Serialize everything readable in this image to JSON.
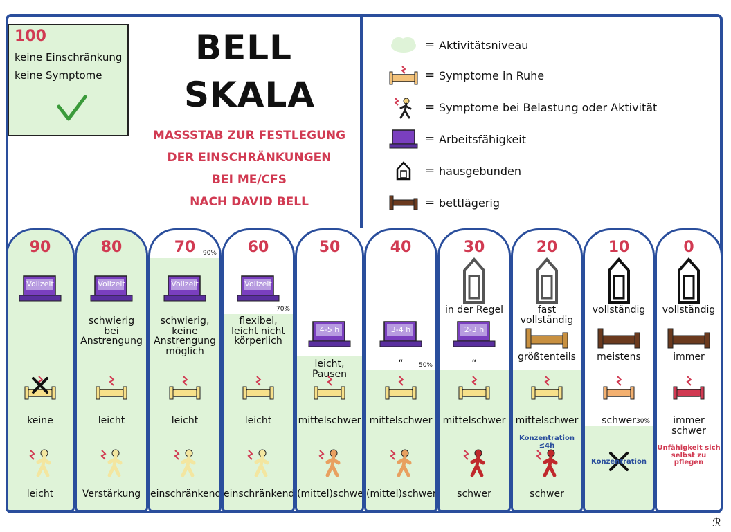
{
  "top": {
    "box100": {
      "number": "100",
      "line1": "keine Einschränkung",
      "line2": "keine Symptome"
    },
    "title": {
      "line1": "BELL",
      "line2": "SKALA"
    },
    "subtitle": [
      "MAßSTAB ZUR FESTLEGUNG",
      "DER EINSCHRÄNKUNGEN",
      "BEI ME/CFS",
      "NACH DAVID BELL"
    ],
    "legend": [
      {
        "icon": "cloud-icon",
        "label": "Aktivitätsniveau"
      },
      {
        "icon": "bed-symptoms-icon",
        "label": "Symptome in Ruhe"
      },
      {
        "icon": "walking-person-icon",
        "label": "Symptome bei Belastung oder Aktivität"
      },
      {
        "icon": "laptop-icon",
        "label": "Arbeitsfähigkeit"
      },
      {
        "icon": "house-icon",
        "label": "hausgebunden"
      },
      {
        "icon": "bed-icon",
        "label": "bettlägerig"
      }
    ],
    "equals": "="
  },
  "columns": [
    {
      "score": "90",
      "work_label": "Vollzeit",
      "work_text": "",
      "house": "",
      "bed": "",
      "rest": "keine",
      "exertion": "leicht",
      "green": 1.0
    },
    {
      "score": "80",
      "work_label": "Vollzeit",
      "work_text": "schwierig bei Anstrengung",
      "house": "",
      "bed": "",
      "rest": "leicht",
      "exertion": "Verstärkung",
      "green": 1.0
    },
    {
      "score": "70",
      "work_label": "Vollzeit",
      "work_text": "schwierig, keine Anstrengung möglich",
      "house": "",
      "bed": "",
      "rest": "leicht",
      "exertion": "einschränkend",
      "green": 0.9,
      "pct": "90%"
    },
    {
      "score": "60",
      "work_label": "Vollzeit",
      "work_text": "flexibel, leicht nicht körperlich",
      "house": "",
      "bed": "",
      "rest": "leicht",
      "exertion": "einschränkend",
      "green": 0.7,
      "pct": "70%"
    },
    {
      "score": "50",
      "work_label": "4-5 h",
      "work_text": "leicht, Pausen",
      "house": "",
      "bed": "",
      "rest": "mittelschwer",
      "exertion": "(mittel)schwer",
      "green": 0.55
    },
    {
      "score": "40",
      "work_label": "3-4 h",
      "work_text": "“",
      "house": "",
      "bed": "",
      "rest": "mittelschwer",
      "exertion": "(mittel)schwer",
      "green": 0.5,
      "pct": "50%"
    },
    {
      "score": "30",
      "work_label": "2-3 h",
      "work_text": "“",
      "house": "in der Regel",
      "bed": "",
      "rest": "mittelschwer",
      "exertion": "schwer",
      "green": 0.5
    },
    {
      "score": "20",
      "work_label": "",
      "work_text": "",
      "house": "fast vollständig",
      "bed": "größtenteils",
      "rest": "mittelschwer",
      "exertion": "schwer",
      "green": 0.5,
      "note": "Konzentration ≤4h"
    },
    {
      "score": "10",
      "work_label": "",
      "work_text": "",
      "house": "vollständig",
      "bed": "meistens",
      "rest": "schwer",
      "exertion": "",
      "green": 0.3,
      "pct": "30%",
      "note": "Konzentration"
    },
    {
      "score": "0",
      "work_label": "",
      "work_text": "",
      "house": "vollständig",
      "bed": "immer",
      "rest": "immer schwer",
      "exertion": "",
      "green": 0.0,
      "note": "Unfähigkeit sich selbst zu pflegen"
    }
  ],
  "colors": {
    "border": "#2a4e9c",
    "green": "#dff3d8",
    "red": "#d13a52",
    "laptop": "#7a3fbf",
    "bed_brown": "#6b3a1e",
    "bed_yellow": "#f3d27a"
  },
  "signature": "ℛ"
}
